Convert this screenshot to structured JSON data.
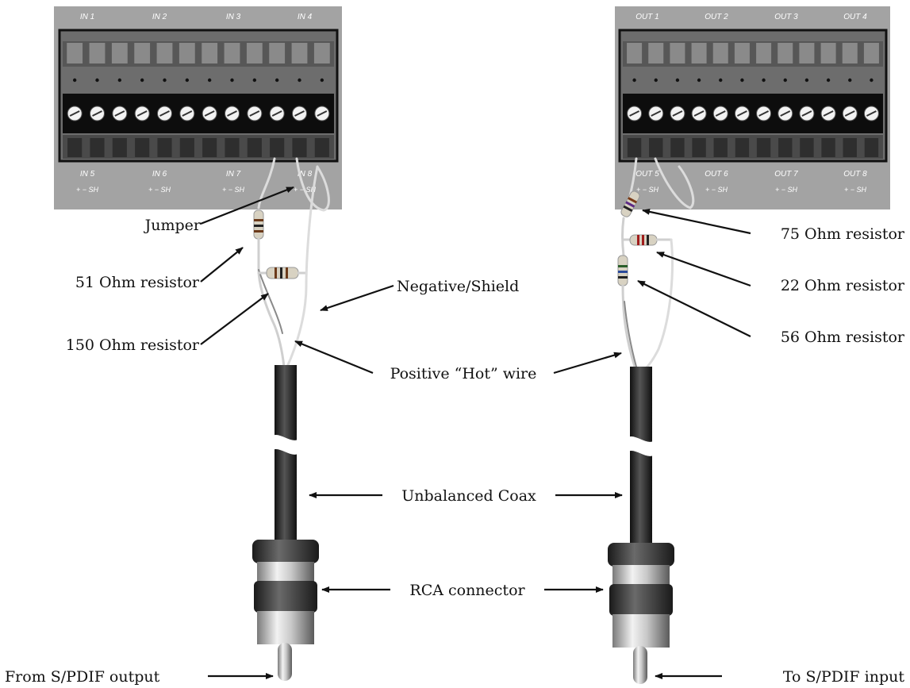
{
  "left_block": {
    "top_channels": [
      "IN 1",
      "IN 2",
      "IN 3",
      "IN 4"
    ],
    "bottom_channels": [
      "IN 5",
      "IN 6",
      "IN 7",
      "IN 8"
    ],
    "pin_legend": "+  −  SH"
  },
  "right_block": {
    "top_channels": [
      "OUT 1",
      "OUT 2",
      "OUT 3",
      "OUT 4"
    ],
    "bottom_channels": [
      "OUT 5",
      "OUT 6",
      "OUT 7",
      "OUT 8"
    ],
    "pin_legend": "+  −  SH"
  },
  "labels": {
    "jumper": "Jumper",
    "r51": "51 Ohm resistor",
    "r150": "150 Ohm resistor",
    "negative_shield": "Negative/Shield",
    "positive_hot": "Positive “Hot” wire",
    "unbalanced_coax": "Unbalanced Coax",
    "rca_connector": "RCA connector",
    "from_spdif": "From S/PDIF output",
    "to_spdif": "To S/PDIF input",
    "r75": "75 Ohm resistor",
    "r22": "22 Ohm resistor",
    "r56": "56 Ohm resistor"
  }
}
